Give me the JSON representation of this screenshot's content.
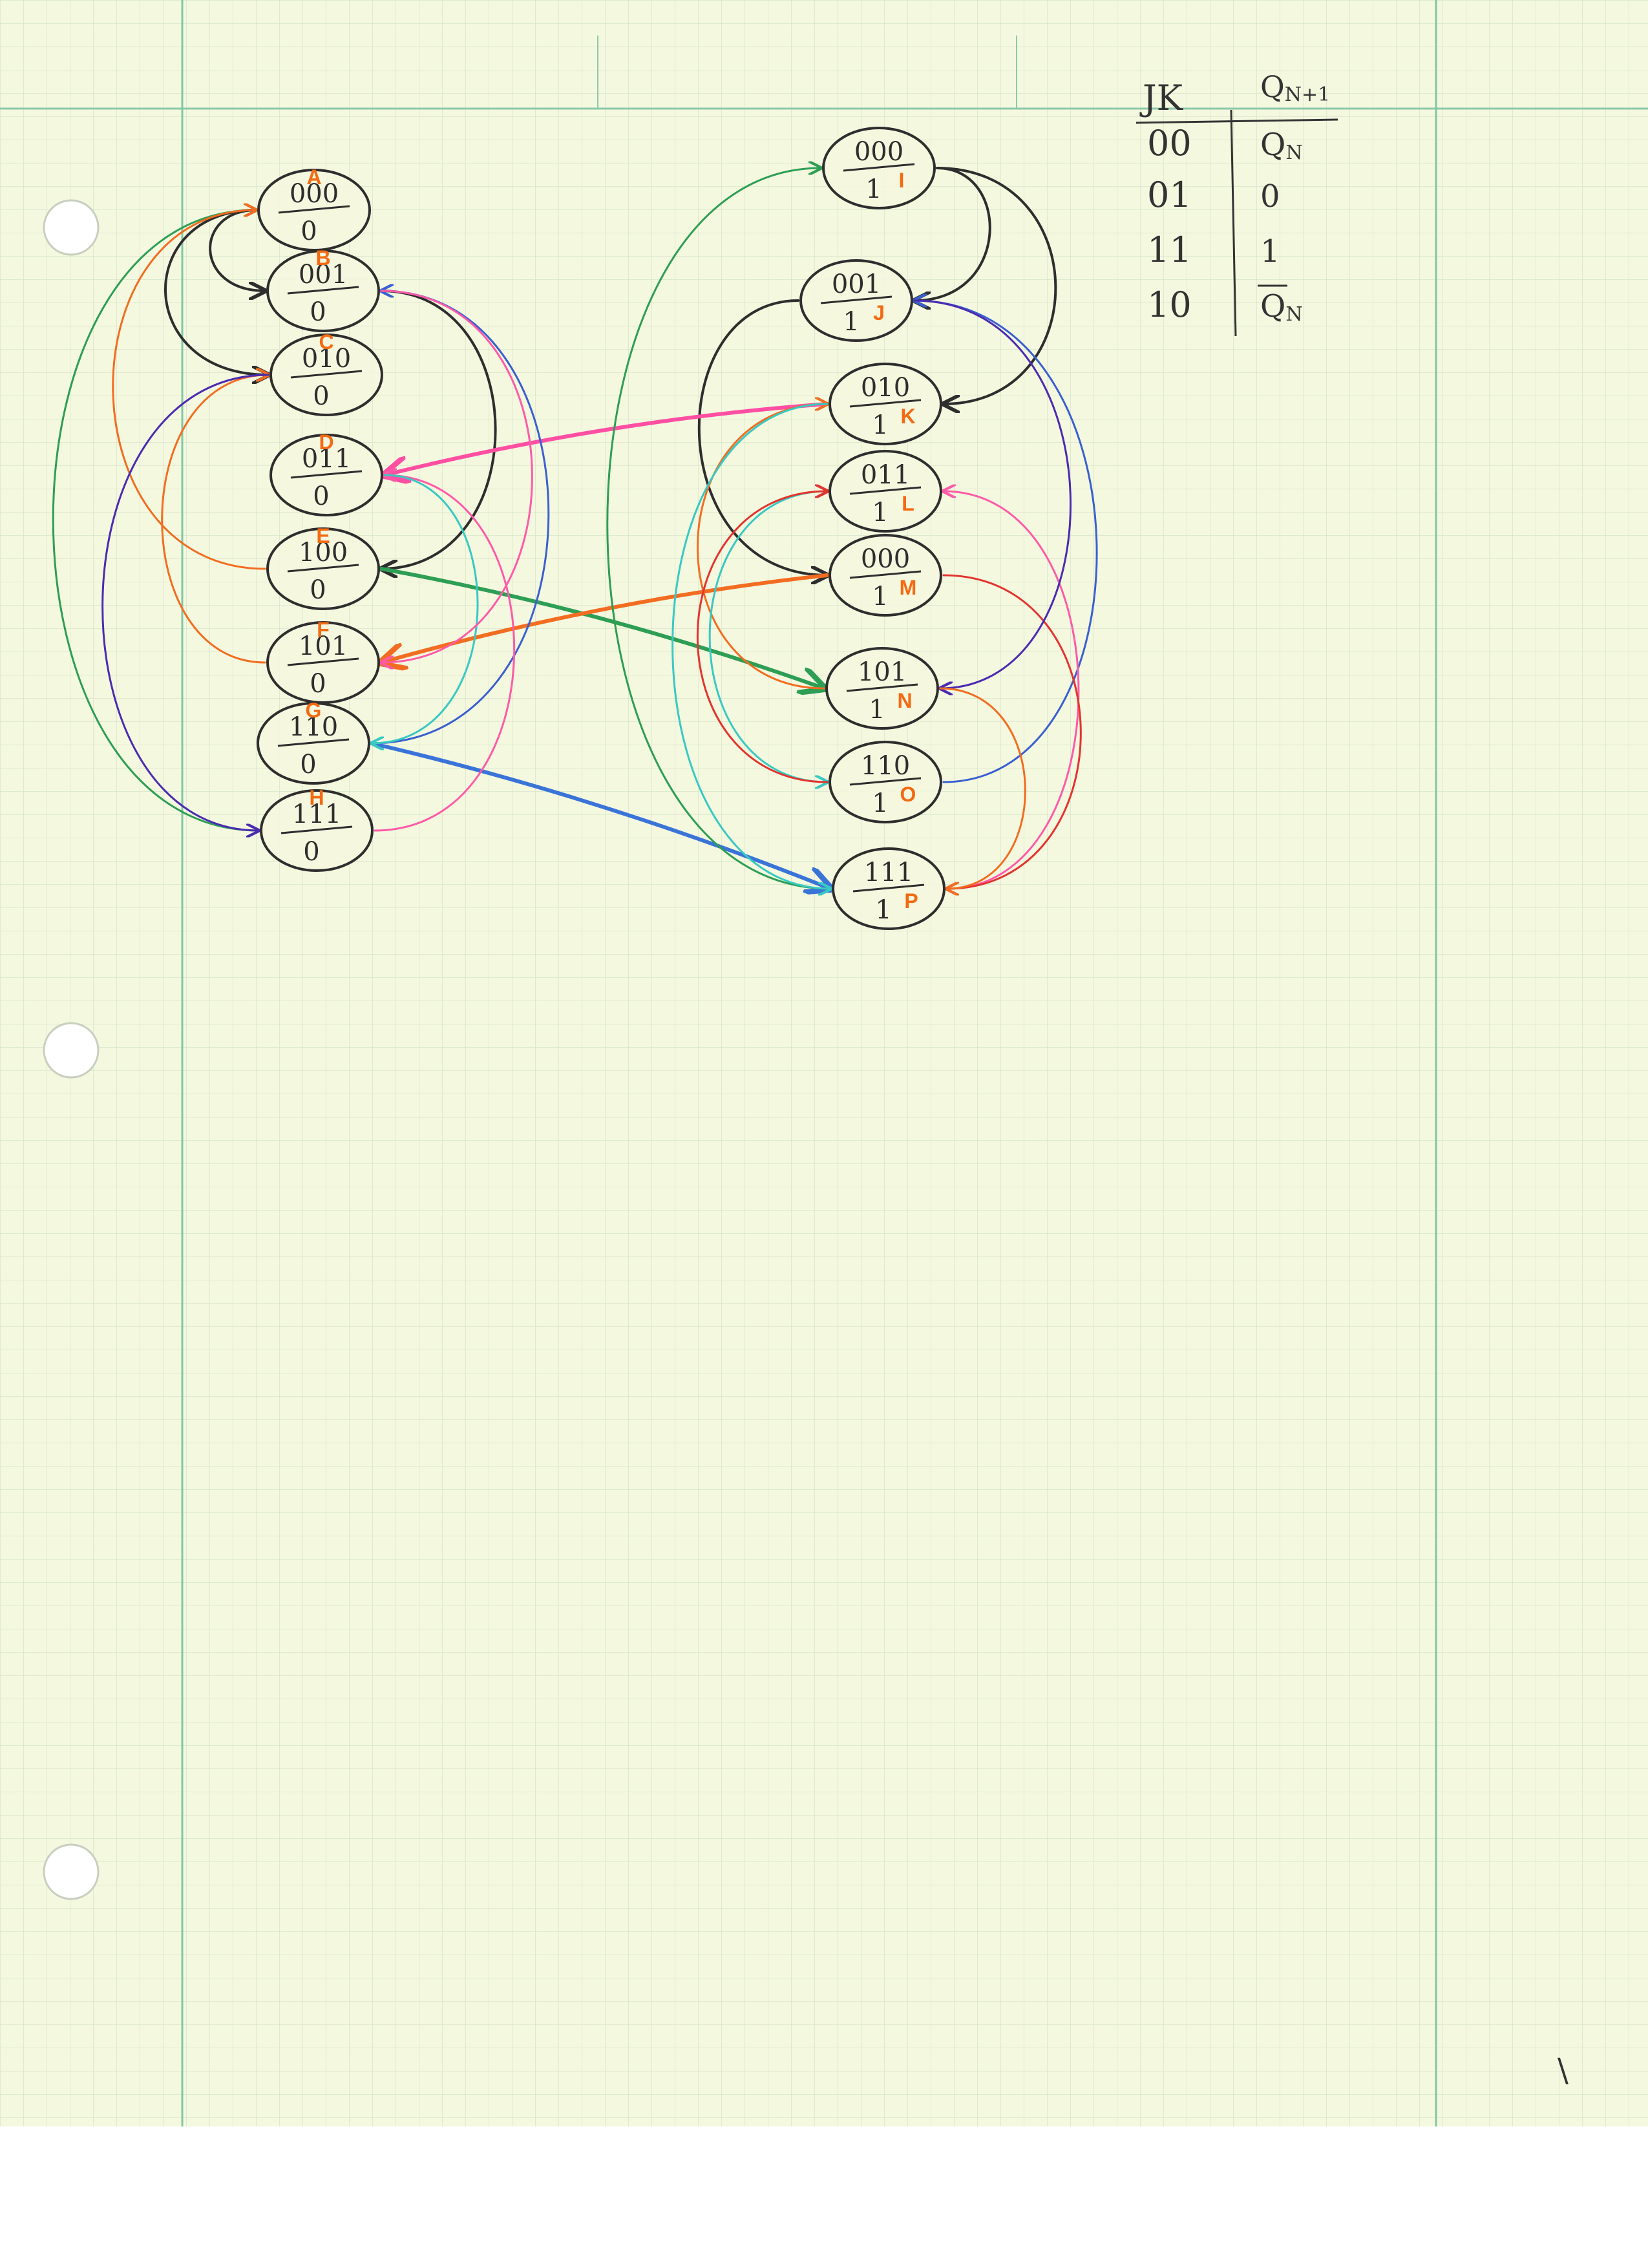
{
  "colors": {
    "paper": "#f4f8df",
    "grid": "#cfe0c4",
    "margin_line": "#7fc7a4",
    "pencil": "#2e2e2e",
    "label_orange": "#f46a12",
    "arrow_palette": [
      "#2e9e55",
      "#3a5fd0",
      "#f26d21",
      "#ff5aa8",
      "#39c9c2",
      "#4b2bb0",
      "#e3342f",
      "#8fbf3a"
    ]
  },
  "truth_table": {
    "header_jk": "JK",
    "header_q": "Q",
    "header_q_sub": "N+1",
    "rows": [
      {
        "jk": "00",
        "q": "Q",
        "q_sub": "N",
        "overline": false
      },
      {
        "jk": "01",
        "q": "0",
        "q_sub": "",
        "overline": false
      },
      {
        "jk": "11",
        "q": "1",
        "q_sub": "",
        "overline": false
      },
      {
        "jk": "10",
        "q": "Q",
        "q_sub": "N",
        "overline": true
      }
    ]
  },
  "states": [
    {
      "label": "A",
      "top": "000",
      "bottom": "0"
    },
    {
      "label": "B",
      "top": "001",
      "bottom": "0"
    },
    {
      "label": "C",
      "top": "010",
      "bottom": "0"
    },
    {
      "label": "D",
      "top": "011",
      "bottom": "0"
    },
    {
      "label": "E",
      "top": "100",
      "bottom": "0"
    },
    {
      "label": "F",
      "top": "101",
      "bottom": "0"
    },
    {
      "label": "G",
      "top": "110",
      "bottom": "0"
    },
    {
      "label": "H",
      "top": "111",
      "bottom": "0"
    },
    {
      "label": "I",
      "top": "000",
      "bottom": "1"
    },
    {
      "label": "J",
      "top": "001",
      "bottom": "1"
    },
    {
      "label": "K",
      "top": "010",
      "bottom": "1"
    },
    {
      "label": "L",
      "top": "011",
      "bottom": "1"
    },
    {
      "label": "M",
      "top": "000",
      "bottom": "1"
    },
    {
      "label": "N",
      "top": "101",
      "bottom": "1"
    },
    {
      "label": "O",
      "top": "110",
      "bottom": "1"
    },
    {
      "label": "P",
      "top": "111",
      "bottom": "1"
    }
  ],
  "transitions": [
    {
      "from": "A",
      "to": "B",
      "color": "#2e2e2e"
    },
    {
      "from": "B",
      "to": "E",
      "color": "#2e2e2e"
    },
    {
      "from": "A",
      "to": "C",
      "color": "#2e2e2e"
    },
    {
      "from": "I",
      "to": "J",
      "color": "#2e2e2e"
    },
    {
      "from": "J",
      "to": "M",
      "color": "#2e2e2e"
    },
    {
      "from": "I",
      "to": "K",
      "color": "#2e2e2e"
    },
    {
      "from": "K",
      "to": "D",
      "color": "#ff4fa3"
    },
    {
      "from": "E",
      "to": "N",
      "color": "#2e9e55"
    },
    {
      "from": "M",
      "to": "F",
      "color": "#f26d21"
    },
    {
      "from": "G",
      "to": "P",
      "color": "#3a74d8"
    },
    {
      "from": "H",
      "to": "A",
      "color": "#2e9e55"
    },
    {
      "from": "G",
      "to": "B",
      "color": "#3a5fd0"
    },
    {
      "from": "F",
      "to": "C",
      "color": "#f26d21"
    },
    {
      "from": "H",
      "to": "D",
      "color": "#ff5aa8"
    },
    {
      "from": "E",
      "to": "A",
      "color": "#f26d21"
    },
    {
      "from": "D",
      "to": "G",
      "color": "#39c9c2"
    },
    {
      "from": "C",
      "to": "H",
      "color": "#4b2bb0"
    },
    {
      "from": "B",
      "to": "F",
      "color": "#ff5aa8"
    },
    {
      "from": "P",
      "to": "I",
      "color": "#2e9e55"
    },
    {
      "from": "O",
      "to": "J",
      "color": "#3a5fd0"
    },
    {
      "from": "N",
      "to": "K",
      "color": "#f26d21"
    },
    {
      "from": "P",
      "to": "L",
      "color": "#ff5aa8"
    },
    {
      "from": "L",
      "to": "O",
      "color": "#39c9c2"
    },
    {
      "from": "M",
      "to": "P",
      "color": "#e3342f"
    },
    {
      "from": "K",
      "to": "P",
      "color": "#39c9c2"
    },
    {
      "from": "J",
      "to": "N",
      "color": "#4b2bb0"
    },
    {
      "from": "O",
      "to": "L",
      "color": "#e3342f"
    },
    {
      "from": "N",
      "to": "P",
      "color": "#f26d21"
    }
  ],
  "page_mark": "\\"
}
